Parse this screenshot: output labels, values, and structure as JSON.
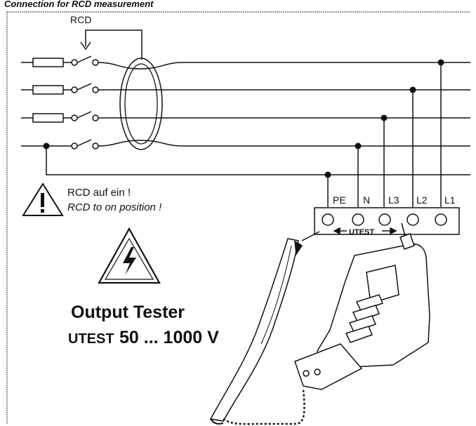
{
  "header": {
    "title": "Connection for RCD measurement"
  },
  "rcd_label": "RCD",
  "warning": {
    "line_de": "RCD auf ein !",
    "line_en": "RCD to on position !"
  },
  "terminals": [
    "PE",
    "N",
    "L3",
    "L2",
    "L1"
  ],
  "utest_label": "UTEST",
  "output": {
    "title": "Output Tester",
    "utest_prefix": "UTEST",
    "range": "50 ... 1000 V"
  },
  "icons": {
    "warning": "exclamation-triangle-icon",
    "high_voltage": "lightning-triangle-icon",
    "tester": "voltage-tester-device"
  }
}
